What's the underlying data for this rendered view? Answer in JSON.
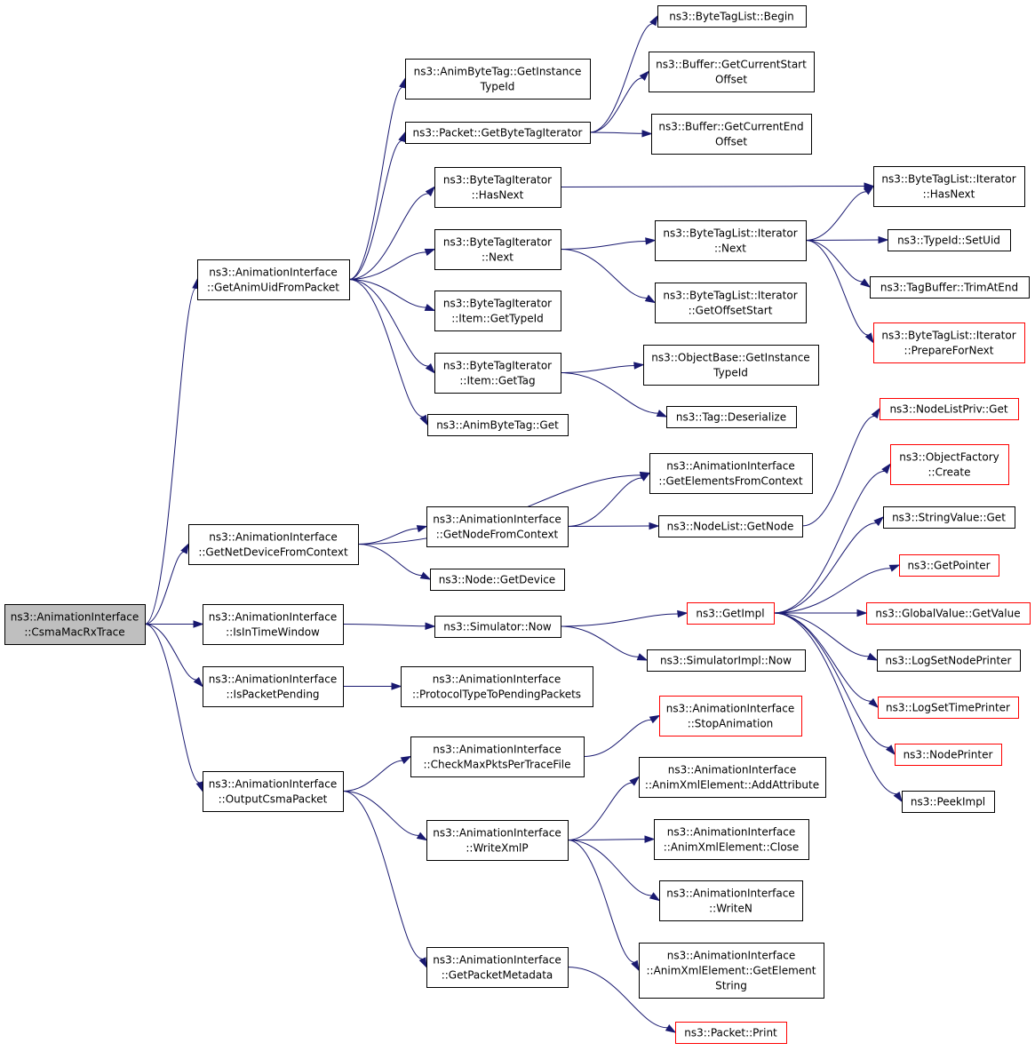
{
  "colors": {
    "edge": "#191970",
    "node_border": "#000000",
    "incomplete_border": "#ff0000",
    "root_fill": "#bfbfbf"
  },
  "nodes": [
    {
      "id": "n0",
      "lines": [
        "ns3::AnimationInterface",
        "::CsmaMacRxTrace"
      ],
      "style": "root"
    },
    {
      "id": "n1",
      "lines": [
        "ns3::AnimationInterface",
        "::GetAnimUidFromPacket"
      ]
    },
    {
      "id": "n2",
      "lines": [
        "ns3::AnimationInterface",
        "::GetNetDeviceFromContext"
      ]
    },
    {
      "id": "n3",
      "lines": [
        "ns3::AnimationInterface",
        "::IsInTimeWindow"
      ]
    },
    {
      "id": "n4",
      "lines": [
        "ns3::AnimationInterface",
        "::IsPacketPending"
      ]
    },
    {
      "id": "n5",
      "lines": [
        "ns3::AnimationInterface",
        "::OutputCsmaPacket"
      ]
    },
    {
      "id": "n6",
      "lines": [
        "ns3::AnimByteTag::GetInstance",
        "TypeId"
      ]
    },
    {
      "id": "n7",
      "lines": [
        "ns3::Packet::GetByteTagIterator"
      ]
    },
    {
      "id": "n8",
      "lines": [
        "ns3::ByteTagIterator",
        "::HasNext"
      ]
    },
    {
      "id": "n9",
      "lines": [
        "ns3::ByteTagIterator",
        "::Next"
      ]
    },
    {
      "id": "n10",
      "lines": [
        "ns3::ByteTagIterator",
        "::Item::GetTypeId"
      ]
    },
    {
      "id": "n11",
      "lines": [
        "ns3::ByteTagIterator",
        "::Item::GetTag"
      ]
    },
    {
      "id": "n12",
      "lines": [
        "ns3::AnimByteTag::Get"
      ]
    },
    {
      "id": "n13",
      "lines": [
        "ns3::ByteTagList::Begin"
      ]
    },
    {
      "id": "n14",
      "lines": [
        "ns3::Buffer::GetCurrentStart",
        "Offset"
      ]
    },
    {
      "id": "n15",
      "lines": [
        "ns3::Buffer::GetCurrentEnd",
        "Offset"
      ]
    },
    {
      "id": "n16",
      "lines": [
        "ns3::ByteTagList::Iterator",
        "::HasNext"
      ]
    },
    {
      "id": "n17",
      "lines": [
        "ns3::ByteTagList::Iterator",
        "::Next"
      ]
    },
    {
      "id": "n18",
      "lines": [
        "ns3::ByteTagList::Iterator",
        "::GetOffsetStart"
      ]
    },
    {
      "id": "n19",
      "lines": [
        "ns3::TypeId::SetUid"
      ]
    },
    {
      "id": "n20",
      "lines": [
        "ns3::TagBuffer::TrimAtEnd"
      ]
    },
    {
      "id": "n21",
      "lines": [
        "ns3::ByteTagList::Iterator",
        "::PrepareForNext"
      ],
      "style": "red"
    },
    {
      "id": "n22",
      "lines": [
        "ns3::ObjectBase::GetInstance",
        "TypeId"
      ]
    },
    {
      "id": "n23",
      "lines": [
        "ns3::Tag::Deserialize"
      ]
    },
    {
      "id": "n24",
      "lines": [
        "ns3::AnimationInterface",
        "::GetElementsFromContext"
      ]
    },
    {
      "id": "n25",
      "lines": [
        "ns3::AnimationInterface",
        "::GetNodeFromContext"
      ]
    },
    {
      "id": "n26",
      "lines": [
        "ns3::Node::GetDevice"
      ]
    },
    {
      "id": "n27",
      "lines": [
        "ns3::NodeList::GetNode"
      ]
    },
    {
      "id": "n28",
      "lines": [
        "ns3::NodeListPriv::Get"
      ],
      "style": "red"
    },
    {
      "id": "n29",
      "lines": [
        "ns3::ObjectFactory",
        "::Create"
      ],
      "style": "red"
    },
    {
      "id": "n30",
      "lines": [
        "ns3::StringValue::Get"
      ]
    },
    {
      "id": "n31",
      "lines": [
        "ns3::GetPointer"
      ],
      "style": "red"
    },
    {
      "id": "n32",
      "lines": [
        "ns3::GlobalValue::GetValue"
      ],
      "style": "red"
    },
    {
      "id": "n33",
      "lines": [
        "ns3::Simulator::Now"
      ]
    },
    {
      "id": "n34",
      "lines": [
        "ns3::GetImpl"
      ],
      "style": "red"
    },
    {
      "id": "n35",
      "lines": [
        "ns3::SimulatorImpl::Now"
      ]
    },
    {
      "id": "n36",
      "lines": [
        "ns3::LogSetNodePrinter"
      ]
    },
    {
      "id": "n37",
      "lines": [
        "ns3::LogSetTimePrinter"
      ],
      "style": "red"
    },
    {
      "id": "n38",
      "lines": [
        "ns3::NodePrinter"
      ],
      "style": "red"
    },
    {
      "id": "n39",
      "lines": [
        "ns3::PeekImpl"
      ]
    },
    {
      "id": "n40",
      "lines": [
        "ns3::AnimationInterface",
        "::ProtocolTypeToPendingPackets"
      ]
    },
    {
      "id": "n41",
      "lines": [
        "ns3::AnimationInterface",
        "::CheckMaxPktsPerTraceFile"
      ]
    },
    {
      "id": "n42",
      "lines": [
        "ns3::AnimationInterface",
        "::StopAnimation"
      ],
      "style": "red"
    },
    {
      "id": "n43",
      "lines": [
        "ns3::AnimationInterface",
        "::WriteXmlP"
      ]
    },
    {
      "id": "n44",
      "lines": [
        "ns3::AnimationInterface",
        "::AnimXmlElement::AddAttribute"
      ]
    },
    {
      "id": "n45",
      "lines": [
        "ns3::AnimationInterface",
        "::AnimXmlElement::Close"
      ]
    },
    {
      "id": "n46",
      "lines": [
        "ns3::AnimationInterface",
        "::WriteN"
      ]
    },
    {
      "id": "n47",
      "lines": [
        "ns3::AnimationInterface",
        "::AnimXmlElement::GetElement",
        "String"
      ]
    },
    {
      "id": "n48",
      "lines": [
        "ns3::AnimationInterface",
        "::GetPacketMetadata"
      ]
    },
    {
      "id": "n49",
      "lines": [
        "ns3::Packet::Print"
      ],
      "style": "red"
    }
  ],
  "edges": [
    [
      "n0",
      "n1"
    ],
    [
      "n0",
      "n2"
    ],
    [
      "n0",
      "n3"
    ],
    [
      "n0",
      "n4"
    ],
    [
      "n0",
      "n5"
    ],
    [
      "n1",
      "n6"
    ],
    [
      "n1",
      "n7"
    ],
    [
      "n1",
      "n8"
    ],
    [
      "n1",
      "n9"
    ],
    [
      "n1",
      "n10"
    ],
    [
      "n1",
      "n11"
    ],
    [
      "n1",
      "n12"
    ],
    [
      "n7",
      "n13"
    ],
    [
      "n7",
      "n14"
    ],
    [
      "n7",
      "n15"
    ],
    [
      "n8",
      "n16"
    ],
    [
      "n9",
      "n17"
    ],
    [
      "n9",
      "n18"
    ],
    [
      "n17",
      "n16"
    ],
    [
      "n17",
      "n19"
    ],
    [
      "n17",
      "n20"
    ],
    [
      "n17",
      "n21"
    ],
    [
      "n11",
      "n22"
    ],
    [
      "n11",
      "n23"
    ],
    [
      "n2",
      "n24"
    ],
    [
      "n2",
      "n25"
    ],
    [
      "n2",
      "n26"
    ],
    [
      "n25",
      "n24"
    ],
    [
      "n25",
      "n27"
    ],
    [
      "n27",
      "n28"
    ],
    [
      "n3",
      "n33"
    ],
    [
      "n33",
      "n34"
    ],
    [
      "n33",
      "n35"
    ],
    [
      "n34",
      "n29"
    ],
    [
      "n34",
      "n30"
    ],
    [
      "n34",
      "n31"
    ],
    [
      "n34",
      "n32"
    ],
    [
      "n34",
      "n36"
    ],
    [
      "n34",
      "n37"
    ],
    [
      "n34",
      "n38"
    ],
    [
      "n34",
      "n39"
    ],
    [
      "n4",
      "n40"
    ],
    [
      "n5",
      "n41"
    ],
    [
      "n5",
      "n43"
    ],
    [
      "n5",
      "n48"
    ],
    [
      "n41",
      "n42"
    ],
    [
      "n43",
      "n44"
    ],
    [
      "n43",
      "n45"
    ],
    [
      "n43",
      "n46"
    ],
    [
      "n43",
      "n47"
    ],
    [
      "n48",
      "n49"
    ]
  ]
}
